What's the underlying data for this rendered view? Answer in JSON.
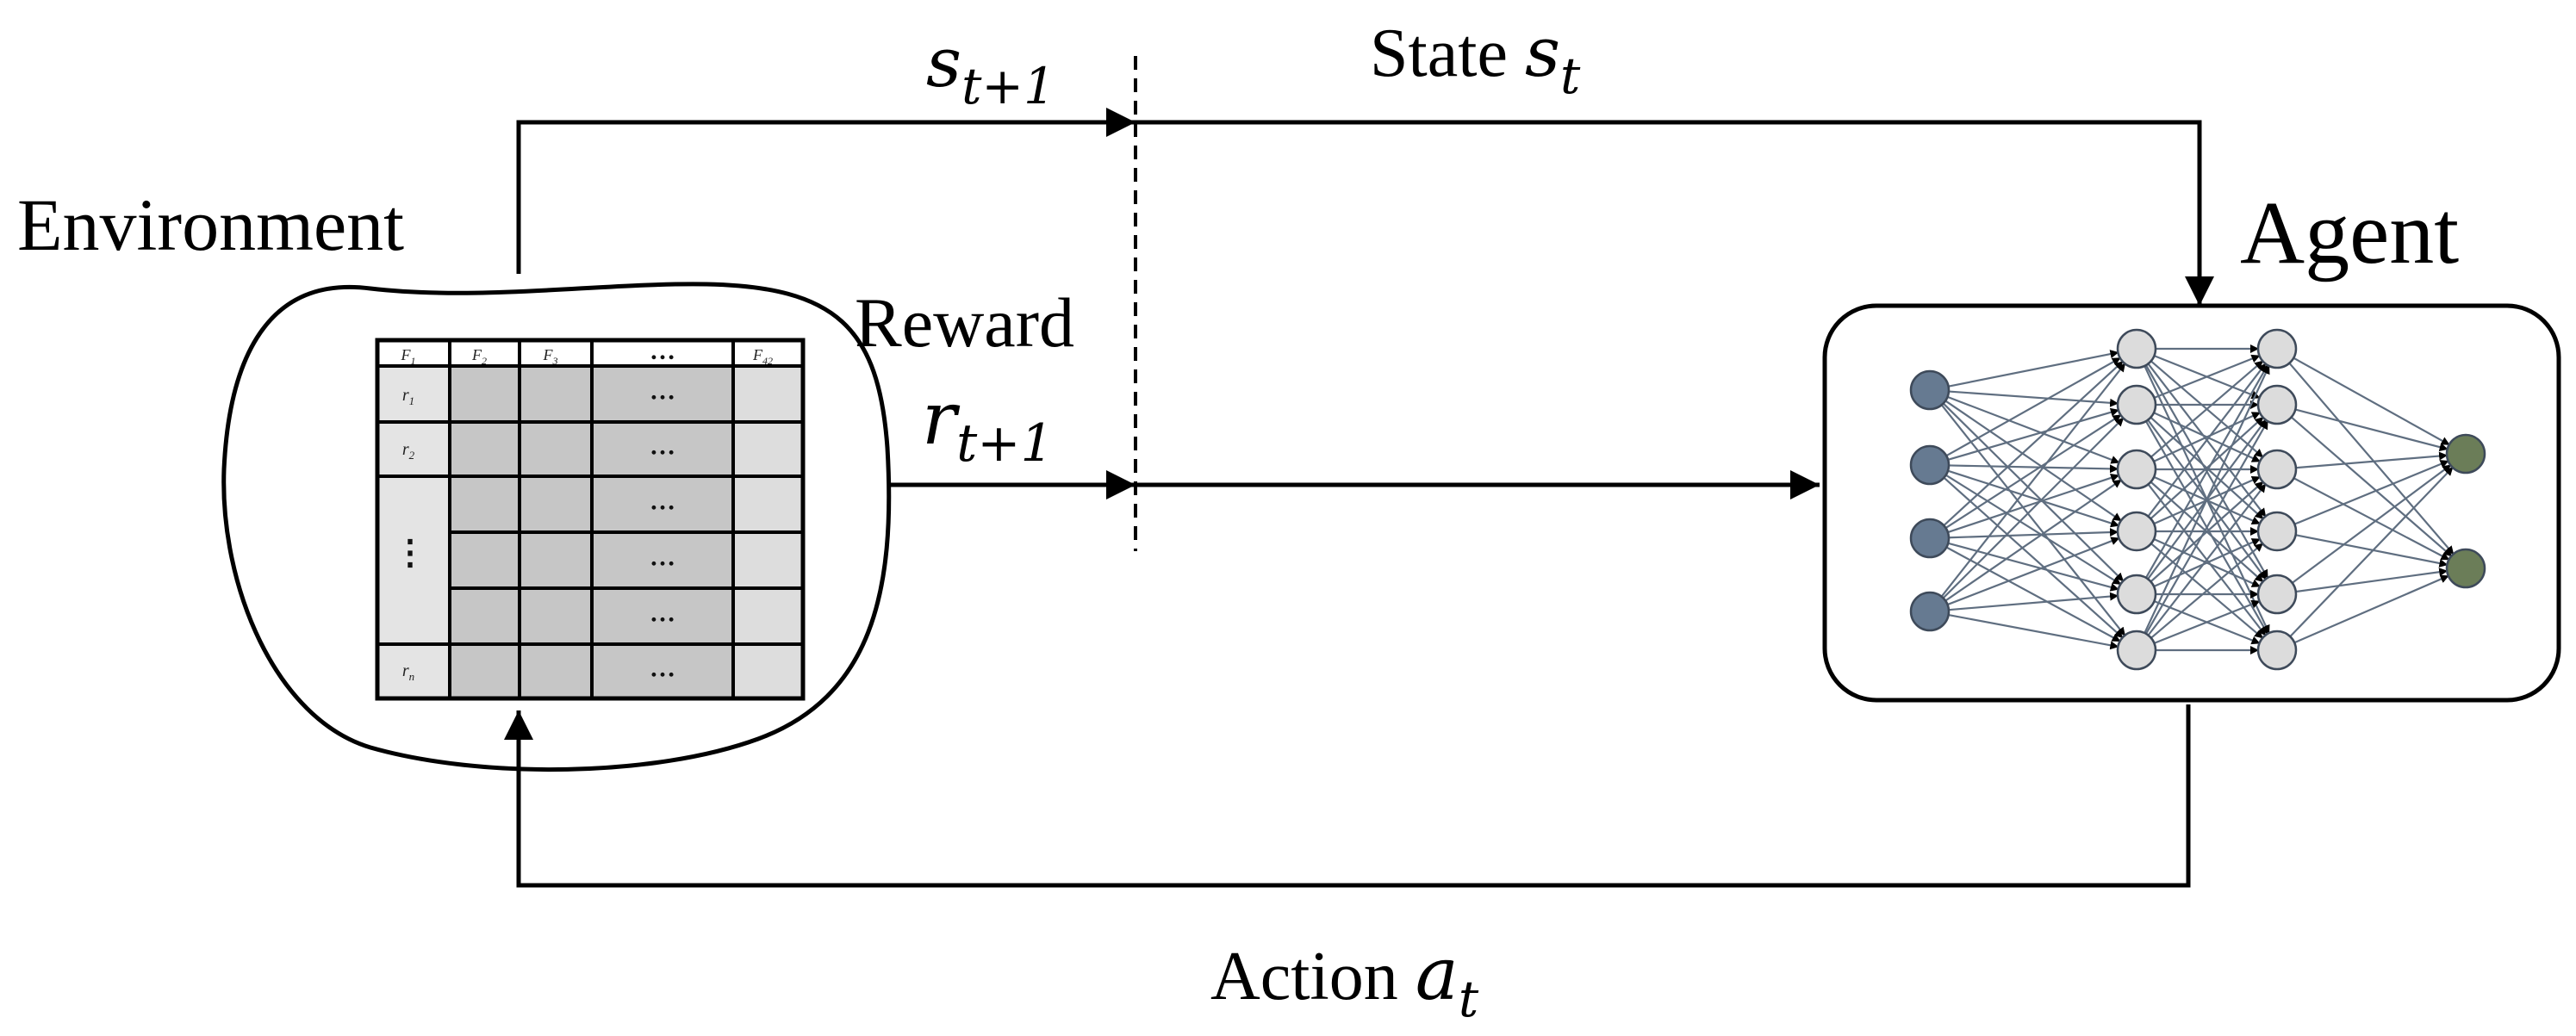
{
  "labels": {
    "environment": "Environment",
    "agent": "Agent",
    "reward_word": "Reward",
    "state_word": "State",
    "action_word": "Action",
    "next_state_main": "s",
    "next_state_sub": "t+1",
    "state_main": "s",
    "state_sub": "t",
    "reward_main": "r",
    "reward_sub": "t+1",
    "action_main": "a",
    "action_sub": "t"
  },
  "table": {
    "header": [
      "F1",
      "F2",
      "F3",
      "…",
      "F42"
    ],
    "rows": [
      "r1",
      "r2",
      "⋮",
      "",
      "rn"
    ],
    "ellipsis": "…"
  },
  "network": {
    "layers": [
      4,
      6,
      6,
      2
    ],
    "colors": {
      "input": "#667a91",
      "hidden": "#dcdcdc",
      "output": "#6b7d58",
      "edge": "#5f6e80"
    }
  }
}
